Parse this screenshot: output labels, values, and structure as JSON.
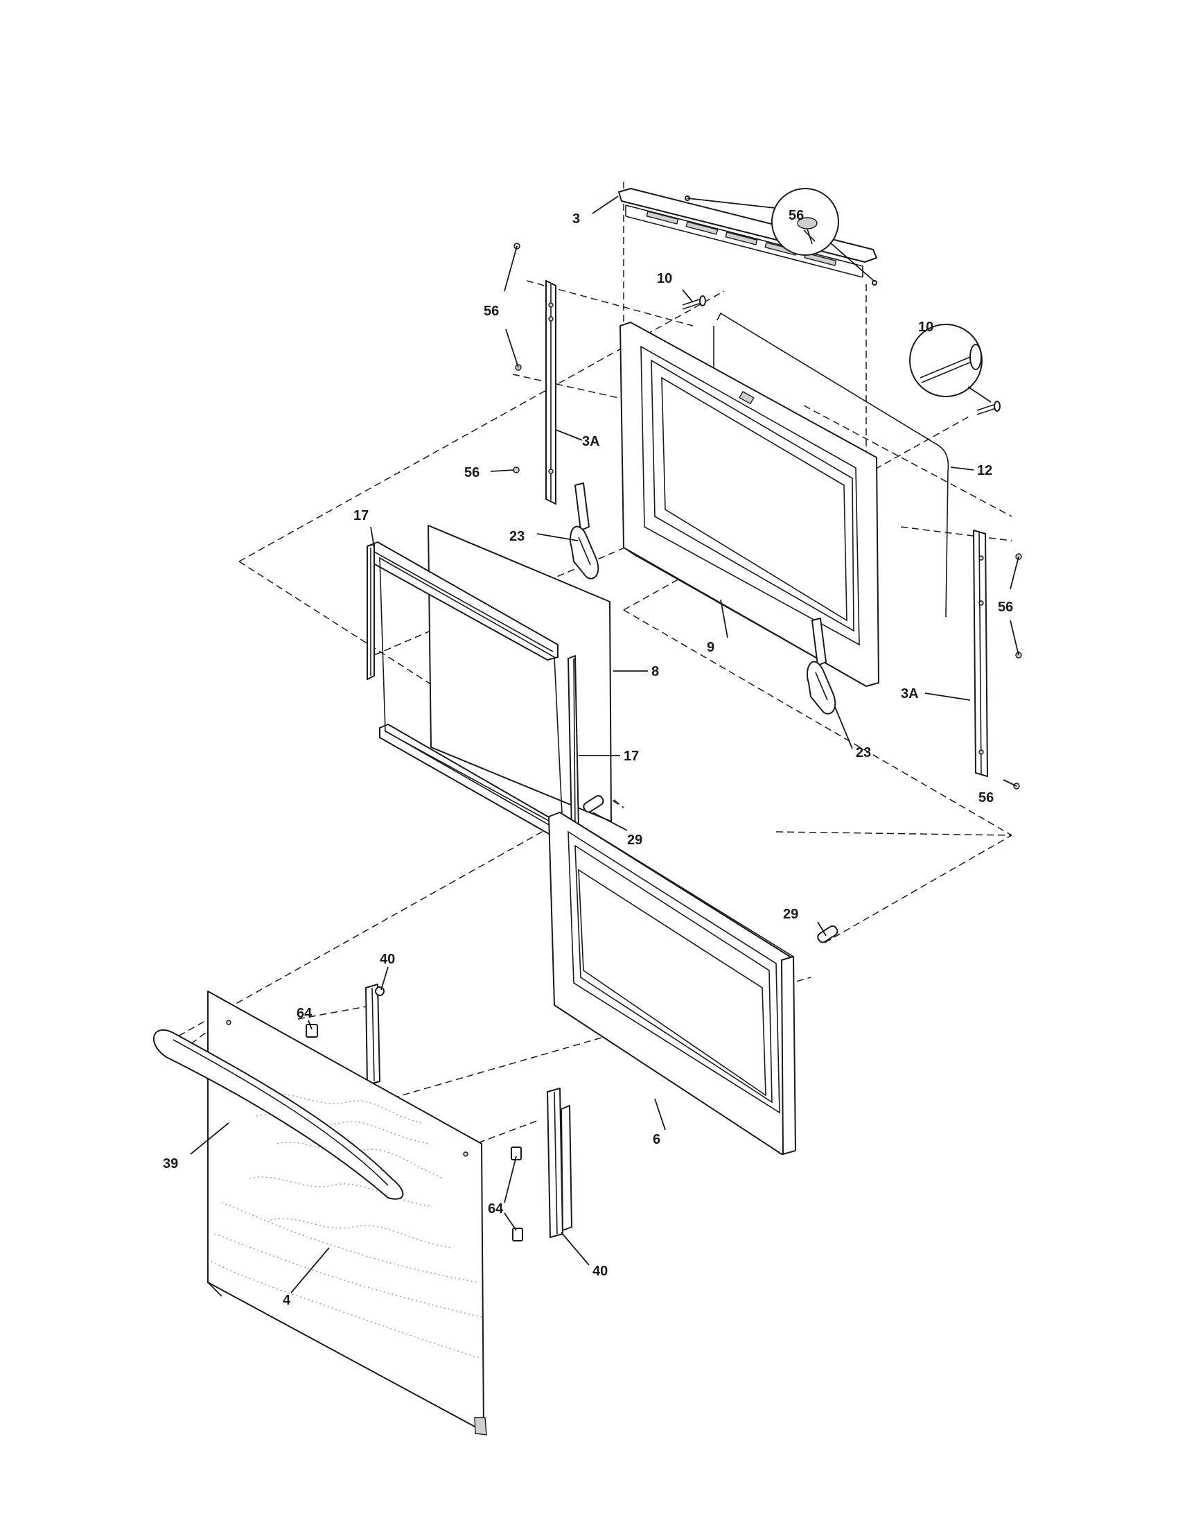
{
  "callouts": {
    "c3": "3",
    "c3a_left": "3A",
    "c3a_right": "3A",
    "c4": "4",
    "c6": "6",
    "c8": "8",
    "c9": "9",
    "c10_top": "10",
    "c10_zoom": "10",
    "c12": "12",
    "c17_left": "17",
    "c17_right": "17",
    "c23_left": "23",
    "c23_right": "23",
    "c29_top": "29",
    "c29_right": "29",
    "c39": "39",
    "c40_top": "40",
    "c40_bottom": "40",
    "c56_zoom": "56",
    "c56_left_top": "56",
    "c56_left_mid": "56",
    "c56_right_mid": "56",
    "c56_right_bottom": "56",
    "c64_top": "64",
    "c64_bottom": "64"
  },
  "colors": {
    "ink": "#1a1a1a",
    "paper": "#ffffff",
    "shade": "#cfcfcf"
  }
}
